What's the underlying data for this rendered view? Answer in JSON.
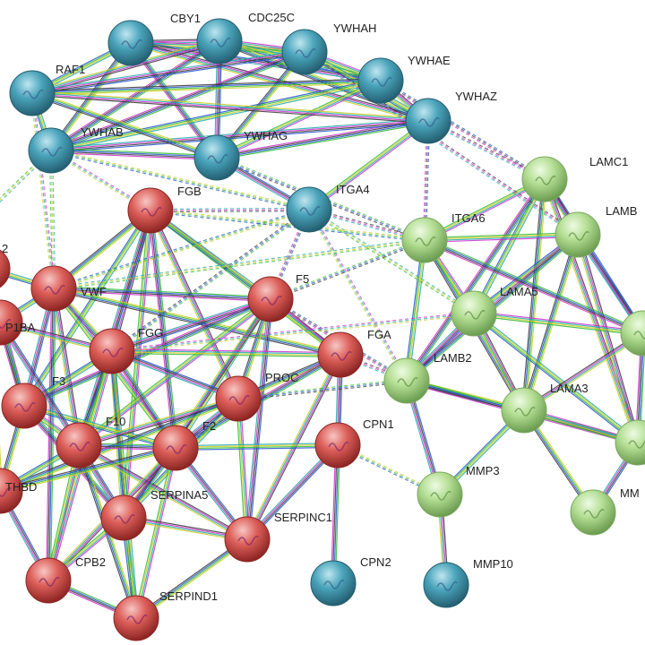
{
  "nodes": [
    {
      "id": "CBY1",
      "label": "CBY1",
      "cluster": "teal"
    },
    {
      "id": "CDC25C",
      "label": "CDC25C",
      "cluster": "teal"
    },
    {
      "id": "YWHAH",
      "label": "YWHAH",
      "cluster": "teal"
    },
    {
      "id": "YWHAE",
      "label": "YWHAE",
      "cluster": "teal"
    },
    {
      "id": "RAF1",
      "label": "RAF1",
      "cluster": "teal"
    },
    {
      "id": "YWHAZ",
      "label": "YWHAZ",
      "cluster": "teal"
    },
    {
      "id": "YWHAB",
      "label": "YWHAB",
      "cluster": "teal"
    },
    {
      "id": "YWHAG",
      "label": "YWHAG",
      "cluster": "teal"
    },
    {
      "id": "ITGA4",
      "label": "ITGA4",
      "cluster": "teal"
    },
    {
      "id": "FGB",
      "label": "FGB",
      "cluster": "red"
    },
    {
      "id": "VWF",
      "label": "VWF",
      "cluster": "red"
    },
    {
      "id": "F5",
      "label": "F5",
      "cluster": "red"
    },
    {
      "id": "GP1BA",
      "label": "P1BA",
      "cluster": "red"
    },
    {
      "id": "FGG",
      "label": "FGG",
      "cluster": "red"
    },
    {
      "id": "FGA",
      "label": "FGA",
      "cluster": "red"
    },
    {
      "id": "F3",
      "label": "F3",
      "cluster": "red"
    },
    {
      "id": "PROC",
      "label": "PROC",
      "cluster": "red"
    },
    {
      "id": "F10",
      "label": "F10",
      "cluster": "red"
    },
    {
      "id": "F2",
      "label": "F2",
      "cluster": "red"
    },
    {
      "id": "CPN1",
      "label": "CPN1",
      "cluster": "red"
    },
    {
      "id": "SERPINA5",
      "label": "SERPINA5",
      "cluster": "red"
    },
    {
      "id": "THBD",
      "label": "THBD",
      "cluster": "red"
    },
    {
      "id": "SERPINC1",
      "label": "SERPINC1",
      "cluster": "red"
    },
    {
      "id": "CPB2",
      "label": "CPB2",
      "cluster": "red"
    },
    {
      "id": "SERPIND1",
      "label": "SERPIND1",
      "cluster": "red"
    },
    {
      "id": "CPN2",
      "label": "CPN2",
      "cluster": "teal"
    },
    {
      "id": "MMP10",
      "label": "MMP10",
      "cluster": "teal"
    },
    {
      "id": "LAMC1",
      "label": "LAMC1",
      "cluster": "green"
    },
    {
      "id": "LAMB1",
      "label": "LAMB",
      "cluster": "green"
    },
    {
      "id": "ITGA6",
      "label": "ITGA6",
      "cluster": "green"
    },
    {
      "id": "LAMA5",
      "label": "LAMA5",
      "cluster": "green"
    },
    {
      "id": "LAMB2",
      "label": "LAMB2",
      "cluster": "green"
    },
    {
      "id": "LAMA3",
      "label": "LAMA3",
      "cluster": "green"
    },
    {
      "id": "MMP3",
      "label": "MMP3",
      "cluster": "green"
    },
    {
      "id": "MMP_R",
      "label": "MM",
      "cluster": "green"
    },
    {
      "id": "G_R1",
      "label": "",
      "cluster": "green"
    },
    {
      "id": "G_R2",
      "label": "",
      "cluster": "green"
    },
    {
      "id": "R_L1",
      "label": "",
      "cluster": "red"
    },
    {
      "id": "X_L2",
      "label": "2",
      "cluster": "none"
    }
  ],
  "edges": [
    [
      "CBY1",
      "CDC25C"
    ],
    [
      "CBY1",
      "YWHAH"
    ],
    [
      "CBY1",
      "RAF1"
    ],
    [
      "CBY1",
      "YWHAB"
    ],
    [
      "CBY1",
      "YWHAG"
    ],
    [
      "CBY1",
      "YWHAE"
    ],
    [
      "CBY1",
      "YWHAZ"
    ],
    [
      "CDC25C",
      "YWHAH"
    ],
    [
      "CDC25C",
      "YWHAE"
    ],
    [
      "CDC25C",
      "YWHAZ"
    ],
    [
      "CDC25C",
      "YWHAB"
    ],
    [
      "CDC25C",
      "YWHAG"
    ],
    [
      "CDC25C",
      "RAF1"
    ],
    [
      "YWHAH",
      "YWHAE"
    ],
    [
      "YWHAH",
      "YWHAZ"
    ],
    [
      "YWHAH",
      "YWHAG"
    ],
    [
      "YWHAH",
      "YWHAB"
    ],
    [
      "YWHAH",
      "RAF1"
    ],
    [
      "YWHAE",
      "YWHAZ"
    ],
    [
      "YWHAE",
      "YWHAG"
    ],
    [
      "YWHAE",
      "YWHAB"
    ],
    [
      "YWHAE",
      "RAF1"
    ],
    [
      "YWHAZ",
      "YWHAG"
    ],
    [
      "YWHAZ",
      "YWHAB"
    ],
    [
      "YWHAZ",
      "RAF1"
    ],
    [
      "YWHAZ",
      "ITGA4"
    ],
    [
      "RAF1",
      "YWHAB"
    ],
    [
      "RAF1",
      "YWHAG"
    ],
    [
      "YWHAB",
      "YWHAG"
    ],
    [
      "YWHAG",
      "ITGA4"
    ],
    [
      "FGB",
      "FGG"
    ],
    [
      "FGB",
      "FGA"
    ],
    [
      "FGB",
      "F5"
    ],
    [
      "FGB",
      "VWF"
    ],
    [
      "FGB",
      "F2"
    ],
    [
      "FGB",
      "F10"
    ],
    [
      "FGB",
      "PROC"
    ],
    [
      "FGB",
      "SERPINA5"
    ],
    [
      "FGB",
      "F3"
    ],
    [
      "VWF",
      "FGG"
    ],
    [
      "VWF",
      "F5"
    ],
    [
      "VWF",
      "F3"
    ],
    [
      "VWF",
      "F10"
    ],
    [
      "VWF",
      "F2"
    ],
    [
      "VWF",
      "GP1BA"
    ],
    [
      "VWF",
      "FGA"
    ],
    [
      "VWF",
      "CPB2"
    ],
    [
      "F5",
      "FGG"
    ],
    [
      "F5",
      "FGA"
    ],
    [
      "F5",
      "F10"
    ],
    [
      "F5",
      "F2"
    ],
    [
      "F5",
      "PROC"
    ],
    [
      "F5",
      "F3"
    ],
    [
      "F5",
      "SERPINC1"
    ],
    [
      "F5",
      "SERPINA5"
    ],
    [
      "FGG",
      "FGA"
    ],
    [
      "FGG",
      "F3"
    ],
    [
      "FGG",
      "F10"
    ],
    [
      "FGG",
      "F2"
    ],
    [
      "FGG",
      "PROC"
    ],
    [
      "FGG",
      "SERPINA5"
    ],
    [
      "FGG",
      "CPB2"
    ],
    [
      "FGG",
      "SERPIND1"
    ],
    [
      "FGA",
      "PROC"
    ],
    [
      "FGA",
      "F2"
    ],
    [
      "FGA",
      "CPN1"
    ],
    [
      "FGA",
      "SERPINC1"
    ],
    [
      "F3",
      "F10"
    ],
    [
      "F3",
      "F2"
    ],
    [
      "F3",
      "THBD"
    ],
    [
      "F3",
      "SERPINA5"
    ],
    [
      "PROC",
      "F2"
    ],
    [
      "PROC",
      "F10"
    ],
    [
      "PROC",
      "SERPINC1"
    ],
    [
      "PROC",
      "SERPINA5"
    ],
    [
      "PROC",
      "THBD"
    ],
    [
      "F10",
      "F2"
    ],
    [
      "F10",
      "SERPINA5"
    ],
    [
      "F10",
      "SERPINC1"
    ],
    [
      "F10",
      "CPB2"
    ],
    [
      "F10",
      "THBD"
    ],
    [
      "F10",
      "SERPIND1"
    ],
    [
      "F2",
      "SERPINA5"
    ],
    [
      "F2",
      "SERPINC1"
    ],
    [
      "F2",
      "CPB2"
    ],
    [
      "F2",
      "SERPIND1"
    ],
    [
      "F2",
      "CPN1"
    ],
    [
      "F2",
      "THBD"
    ],
    [
      "CPN1",
      "CPN2"
    ],
    [
      "CPN1",
      "SERPINC1"
    ],
    [
      "SERPINA5",
      "SERPINC1"
    ],
    [
      "SERPINA5",
      "CPB2"
    ],
    [
      "SERPINA5",
      "SERPIND1"
    ],
    [
      "SERPINC1",
      "SERPIND1"
    ],
    [
      "CPB2",
      "SERPIND1"
    ],
    [
      "THBD",
      "CPB2"
    ],
    [
      "LAMC1",
      "LAMB1"
    ],
    [
      "LAMC1",
      "ITGA6"
    ],
    [
      "LAMC1",
      "LAMA5"
    ],
    [
      "LAMC1",
      "LAMA3"
    ],
    [
      "LAMC1",
      "LAMB2"
    ],
    [
      "LAMC1",
      "G_R1"
    ],
    [
      "LAMC1",
      "G_R2"
    ],
    [
      "LAMB1",
      "ITGA6"
    ],
    [
      "LAMB1",
      "LAMA5"
    ],
    [
      "LAMB1",
      "LAMA3"
    ],
    [
      "LAMB1",
      "LAMB2"
    ],
    [
      "LAMB1",
      "G_R1"
    ],
    [
      "LAMB1",
      "G_R2"
    ],
    [
      "ITGA6",
      "LAMA5"
    ],
    [
      "ITGA6",
      "LAMB2"
    ],
    [
      "ITGA6",
      "LAMA3"
    ],
    [
      "ITGA6",
      "G_R1"
    ],
    [
      "LAMA5",
      "LAMB2"
    ],
    [
      "LAMA5",
      "LAMA3"
    ],
    [
      "LAMA5",
      "G_R1"
    ],
    [
      "LAMA5",
      "G_R2"
    ],
    [
      "LAMB2",
      "LAMA3"
    ],
    [
      "LAMB2",
      "G_R2"
    ],
    [
      "LAMB2",
      "MMP3"
    ],
    [
      "LAMA3",
      "G_R1"
    ],
    [
      "LAMA3",
      "G_R2"
    ],
    [
      "LAMA3",
      "MMP3"
    ],
    [
      "LAMA3",
      "MMP_R"
    ],
    [
      "G_R1",
      "G_R2"
    ],
    [
      "G_R2",
      "MMP_R"
    ],
    [
      "MMP3",
      "MMP10"
    ],
    [
      "R_L1",
      "F3"
    ],
    [
      "R_L1",
      "VWF"
    ],
    [
      "R_L1",
      "THBD"
    ],
    [
      "GP1BA",
      "F3"
    ],
    [
      "GP1BA",
      "F10"
    ],
    [
      "GP1BA",
      "FGG"
    ]
  ],
  "dashed_edges": [
    [
      "ITGA4",
      "ITGA6"
    ],
    [
      "ITGA4",
      "LAMB2"
    ],
    [
      "ITGA4",
      "LAMA5"
    ],
    [
      "ITGA4",
      "VWF"
    ],
    [
      "ITGA4",
      "FGG"
    ],
    [
      "ITGA4",
      "F5"
    ],
    [
      "ITGA4",
      "FGB"
    ],
    [
      "YWHAB",
      "FGB"
    ],
    [
      "YWHAB",
      "VWF"
    ],
    [
      "YWHAB",
      "ITGA4"
    ],
    [
      "YWHAG",
      "ITGA6"
    ],
    [
      "YWHAZ",
      "ITGA6"
    ],
    [
      "YWHAZ",
      "LAMC1"
    ],
    [
      "RAF1",
      "VWF"
    ],
    [
      "YWHAB",
      "X_L2"
    ],
    [
      "FGB",
      "ITGA6"
    ],
    [
      "F5",
      "ITGA6"
    ],
    [
      "F5",
      "LAMB2"
    ],
    [
      "FGA",
      "LAMB2"
    ],
    [
      "FGG",
      "LAMA5"
    ],
    [
      "VWF",
      "ITGA6"
    ],
    [
      "CPN1",
      "MMP3"
    ],
    [
      "PROC",
      "LAMB2"
    ],
    [
      "YWHAE",
      "LAMC1"
    ],
    [
      "YWHAH",
      "LAMB1"
    ]
  ],
  "colors": {
    "teal": "#3e97ad",
    "red": "#d9524f",
    "green": "#a9d88a"
  }
}
